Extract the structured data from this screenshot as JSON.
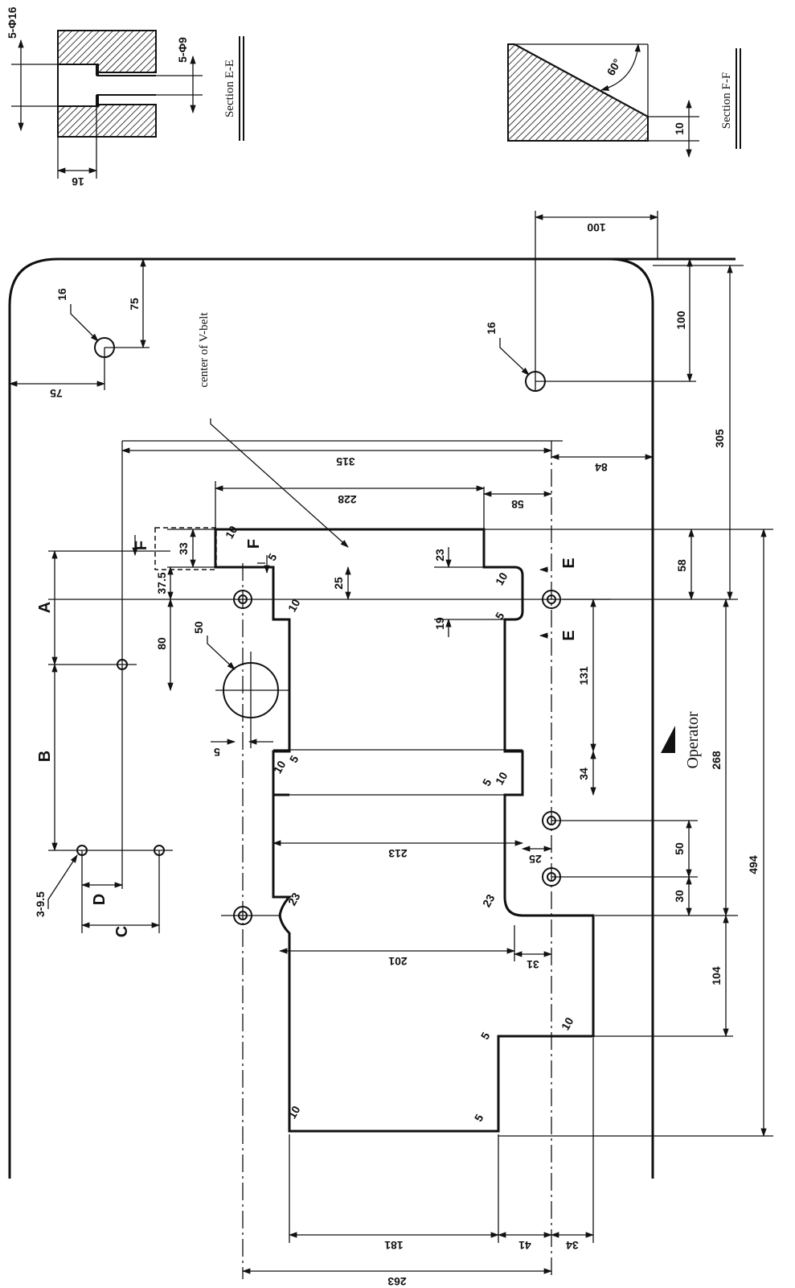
{
  "sections": {
    "e_e": {
      "title": "Section E-E",
      "counterbore": "5-Φ16",
      "through_hole": "5-Φ9",
      "depth": "16"
    },
    "f_f": {
      "title": "Section F-F",
      "angle": "60°",
      "height": "10"
    }
  },
  "labels": {
    "v_belt": "center of V-belt",
    "operator": "Operator",
    "holes": "3-9.5",
    "letter_a": "A",
    "letter_b": "B",
    "letter_c": "C",
    "letter_d": "D",
    "letter_e_top": "E",
    "letter_e_bottom": "E",
    "letter_f_top": "F",
    "letter_f_bottom": "F"
  },
  "dims": {
    "hole_top": "16",
    "hole_bottom": "16",
    "big_hole": "50",
    "top_75_h": "75",
    "top_75_v": "75",
    "right_100_v": "100",
    "right_100_h": "100",
    "d305": "305",
    "d268": "268",
    "d494": "494",
    "d104": "104",
    "d58_right": "58",
    "d50": "50",
    "d30": "30",
    "d131": "131",
    "d34_right": "34",
    "d315": "315",
    "d228": "228",
    "d84": "84",
    "d58": "58",
    "d33": "33",
    "d37_5": "37.5",
    "d80": "80",
    "d25_top": "25",
    "d5_top": "5",
    "d23_notch": "23",
    "d19": "19",
    "d5_left": "5",
    "r10_a": "10",
    "r5_a": "5",
    "r10_b": "10",
    "r5_b": "5",
    "r10_c": "10",
    "r5_c": "5",
    "r5_d": "5",
    "r10_d": "10",
    "r23_left": "23",
    "r23_right": "23",
    "r5_e": "5",
    "r10_e": "10",
    "r10_f": "10",
    "r10_g": "10",
    "d213": "213",
    "d25_mid": "25",
    "d201": "201",
    "d31": "31",
    "d181": "181",
    "d41": "41",
    "d34_bottom": "34",
    "d263": "263"
  }
}
